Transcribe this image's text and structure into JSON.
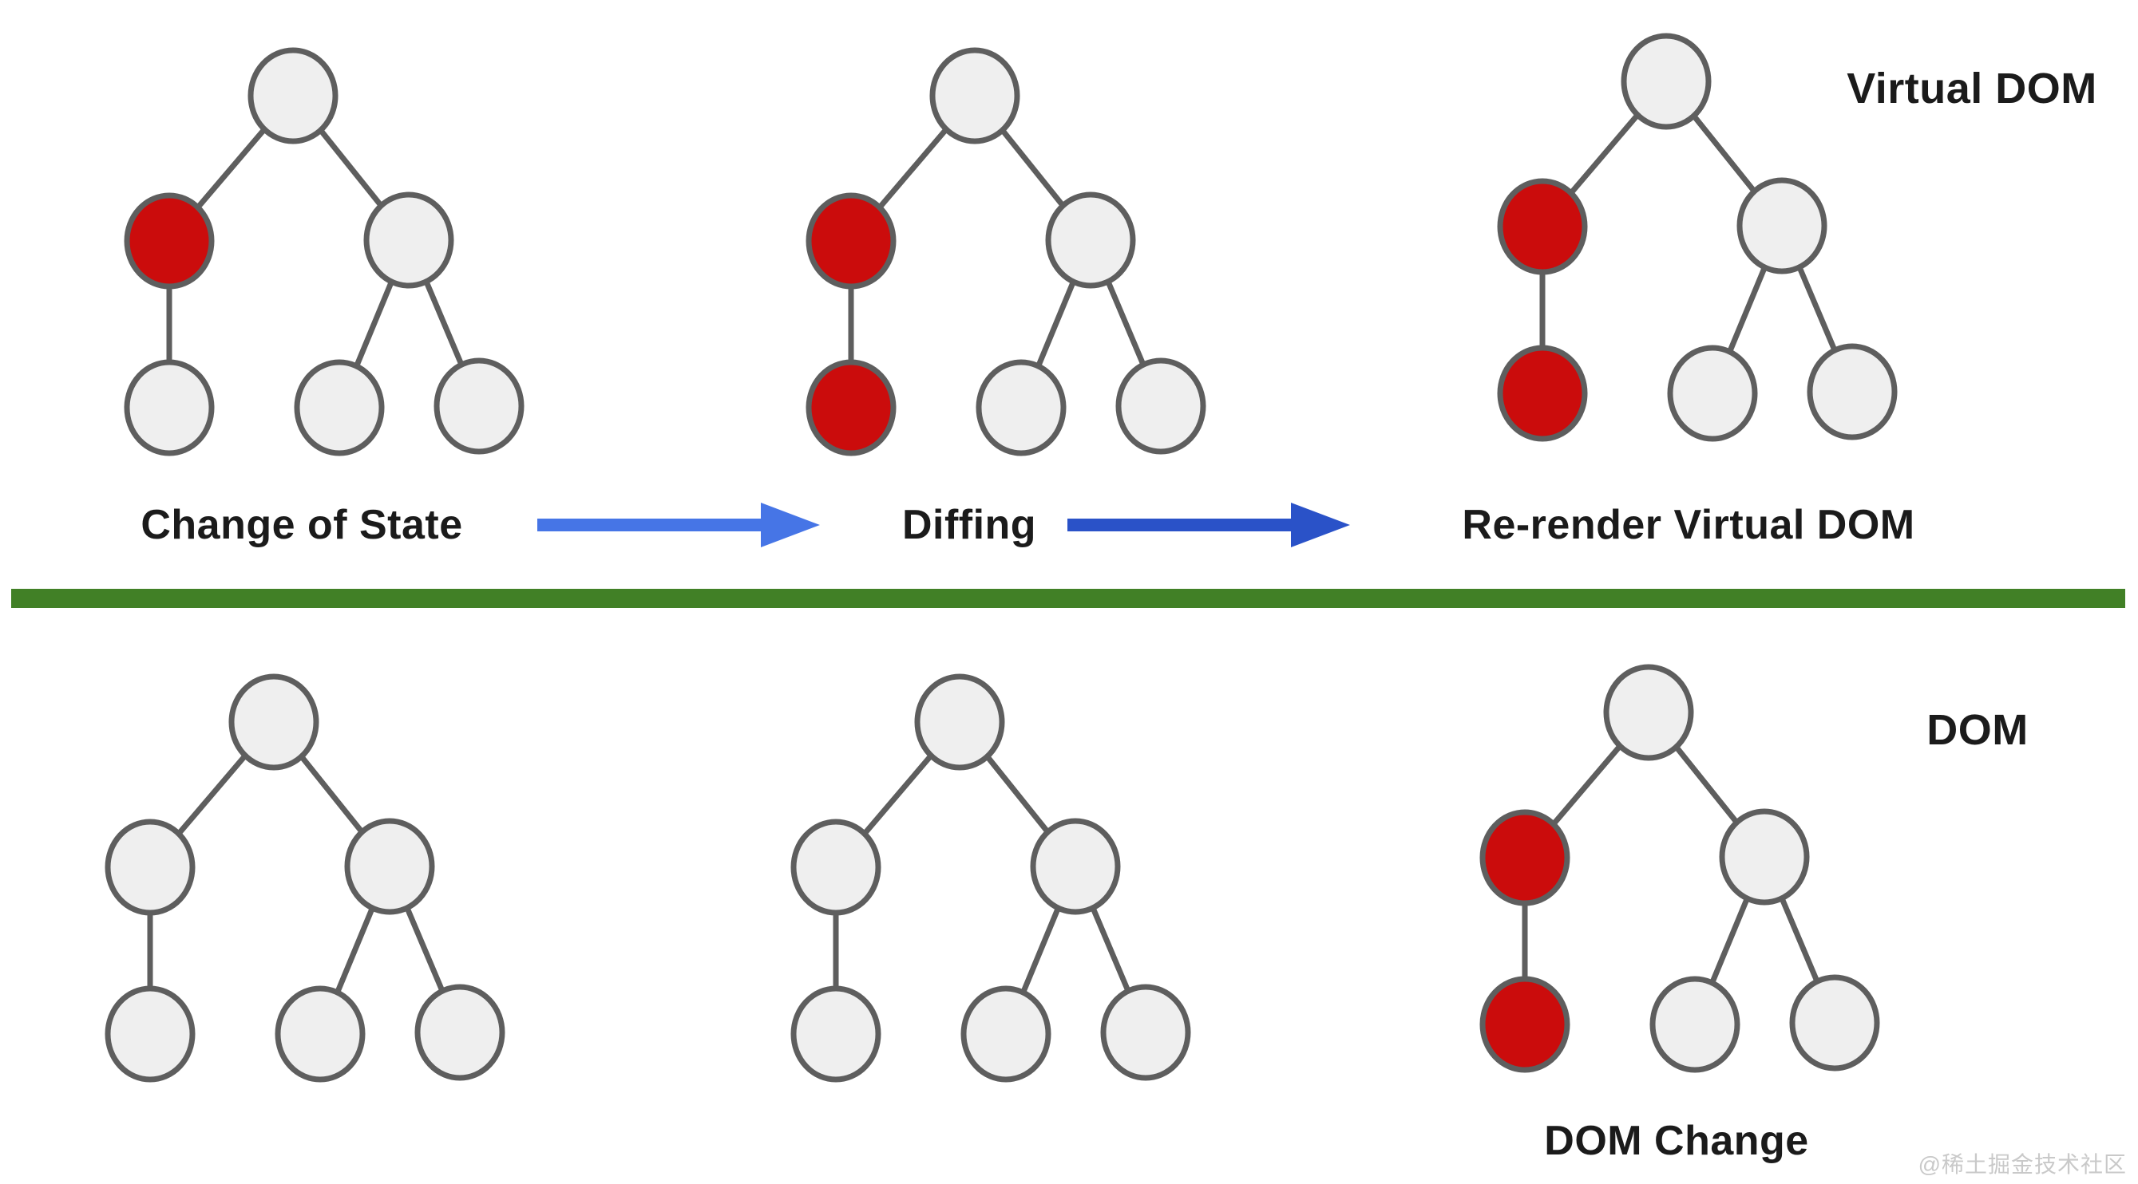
{
  "labels": {
    "change_of_state": "Change of State",
    "diffing": "Diffing",
    "rerender": "Re-render Virtual DOM",
    "virtual_dom": "Virtual DOM",
    "dom": "DOM",
    "dom_change": "DOM Change",
    "watermark": "@稀土掘金技术社区"
  },
  "colors": {
    "background": "#ffffff",
    "node_default": "#efefef",
    "node_changed": "#cb0c0c",
    "node_stroke": "#5e5e5e",
    "edge": "#5e5e5e",
    "arrow_1": "#4675e6",
    "arrow_2": "#2a52c8",
    "divider": "#418026",
    "label_text": "#1b1b1b",
    "watermark_text": "#c9c9c9"
  },
  "trees": [
    {
      "name": "vdom-change-of-state",
      "section": "virtual-dom",
      "nodes": [
        "default",
        "changed",
        "default",
        "default",
        "default",
        "default"
      ]
    },
    {
      "name": "vdom-diffing",
      "section": "virtual-dom",
      "nodes": [
        "default",
        "changed",
        "default",
        "changed",
        "default",
        "default"
      ]
    },
    {
      "name": "vdom-rerender",
      "section": "virtual-dom",
      "nodes": [
        "default",
        "changed",
        "default",
        "changed",
        "default",
        "default"
      ]
    },
    {
      "name": "dom-before-1",
      "section": "dom",
      "nodes": [
        "default",
        "default",
        "default",
        "default",
        "default",
        "default"
      ]
    },
    {
      "name": "dom-before-2",
      "section": "dom",
      "nodes": [
        "default",
        "default",
        "default",
        "default",
        "default",
        "default"
      ]
    },
    {
      "name": "dom-changed",
      "section": "dom",
      "nodes": [
        "default",
        "changed",
        "default",
        "changed",
        "default",
        "default"
      ]
    }
  ]
}
